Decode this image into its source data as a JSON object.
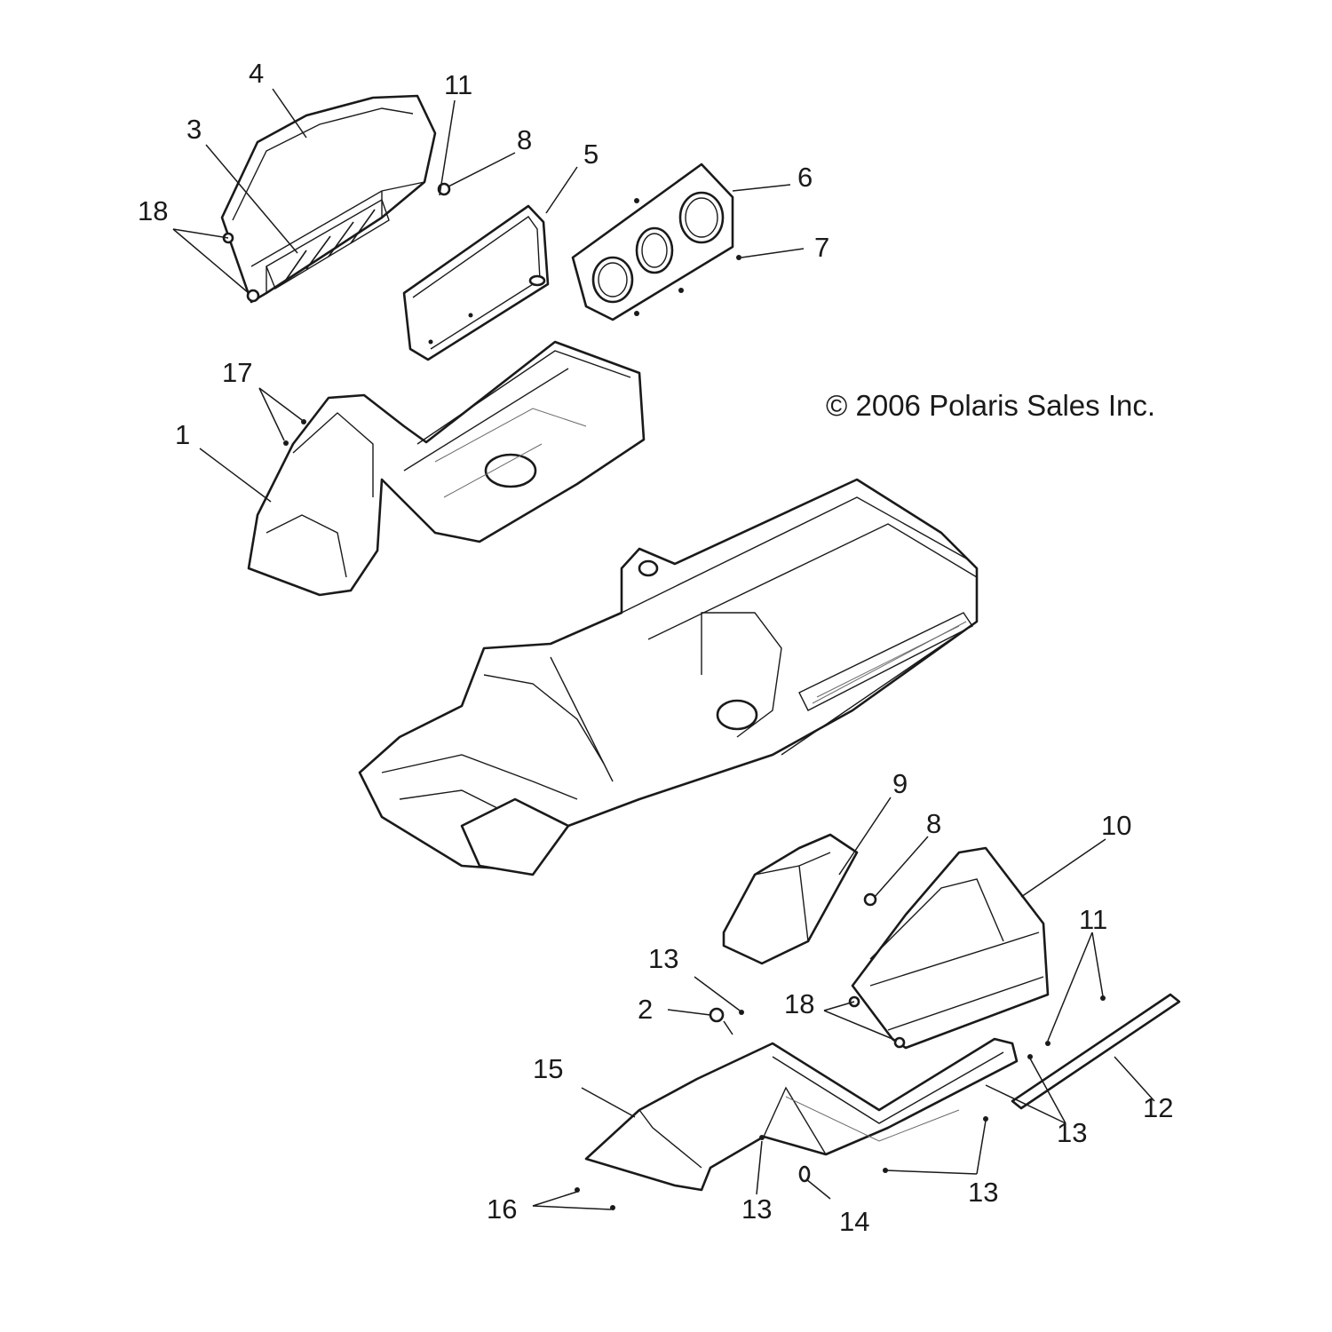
{
  "copyright": "© 2006 Polaris Sales Inc.",
  "callouts": {
    "c1": "1",
    "c2": "2",
    "c3": "3",
    "c4": "4",
    "c5": "5",
    "c6": "6",
    "c7": "7",
    "c8a": "8",
    "c8b": "8",
    "c9": "9",
    "c10": "10",
    "c11a": "11",
    "c11b": "11",
    "c12": "12",
    "c13a": "13",
    "c13b": "13",
    "c13c": "13",
    "c13d": "13",
    "c14": "14",
    "c15": "15",
    "c16": "16",
    "c17": "17",
    "c18a": "18",
    "c18b": "18"
  }
}
